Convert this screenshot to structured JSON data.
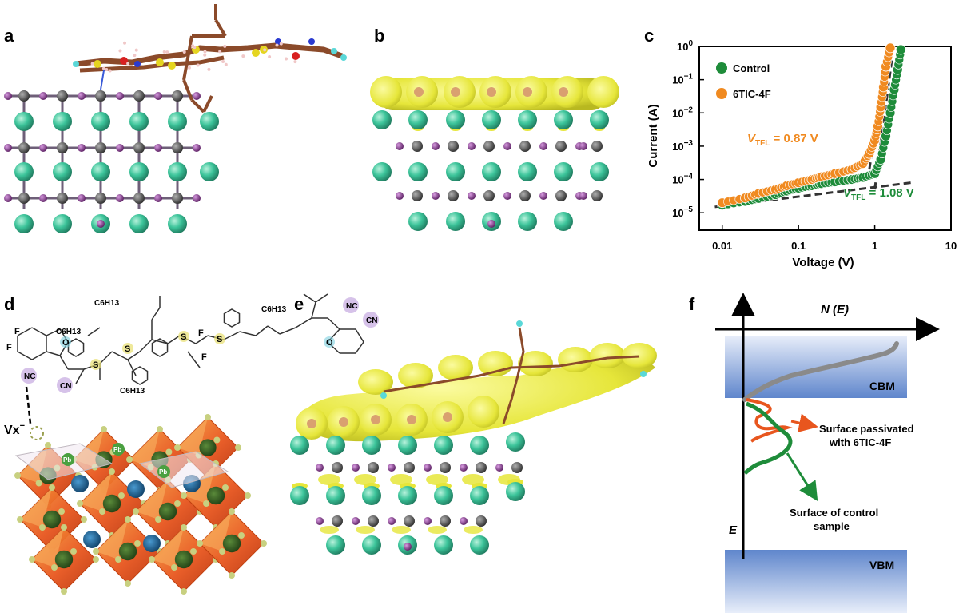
{
  "panels": {
    "a": "a",
    "b": "b",
    "c": "c",
    "d": "d",
    "e": "e",
    "f": "f"
  },
  "colors": {
    "cation": "#3cc49a",
    "iodide": "#7a2e82",
    "lead": "#4a4a4a",
    "isosurface": "#e8e83a",
    "molecule": "#8b4a2a",
    "control": "#1e8c3a",
    "tic": "#f08a20",
    "band": "#7d9ed6",
    "octahedron": "#e8561e"
  },
  "chart_data": {
    "type": "scatter",
    "title": "",
    "xlabel": "Voltage (V)",
    "ylabel": "Current (A)",
    "xscale": "log",
    "yscale": "log",
    "xlim": [
      0.005,
      10
    ],
    "ylim": [
      3e-06,
      1
    ],
    "xticks": [
      "0.01",
      "0.1",
      "1",
      "10"
    ],
    "yticks": [
      "10−5",
      "10−4",
      "10−3",
      "10−2",
      "10−1",
      "100"
    ],
    "legend": [
      "Control",
      "6TIC-4F"
    ],
    "legend_position": "top-left",
    "series": [
      {
        "name": "Control",
        "color": "#1e8c3a",
        "x": [
          0.01,
          0.02,
          0.03,
          0.05,
          0.07,
          0.1,
          0.15,
          0.2,
          0.3,
          0.5,
          0.7,
          1.0,
          1.2,
          1.4,
          1.6,
          1.8,
          2.0,
          2.2
        ],
        "y": [
          1.7e-05,
          2.2e-05,
          2.7e-05,
          3.5e-05,
          4.5e-05,
          5.5e-05,
          6.5e-05,
          7.5e-05,
          8.5e-05,
          0.0001,
          0.000115,
          0.00015,
          0.0004,
          0.002,
          0.01,
          0.05,
          0.2,
          0.8
        ]
      },
      {
        "name": "6TIC-4F",
        "color": "#f08a20",
        "x": [
          0.01,
          0.02,
          0.03,
          0.05,
          0.07,
          0.1,
          0.15,
          0.2,
          0.3,
          0.5,
          0.7,
          0.85,
          1.0,
          1.1,
          1.2,
          1.3,
          1.4,
          1.6
        ],
        "y": [
          2e-05,
          2.8e-05,
          3.8e-05,
          5e-05,
          6.5e-05,
          8e-05,
          0.0001,
          0.00012,
          0.00015,
          0.0002,
          0.0003,
          0.0006,
          0.0015,
          0.004,
          0.015,
          0.06,
          0.25,
          0.9
        ]
      }
    ],
    "fits": [
      {
        "name": "ohmic",
        "x": [
          0.008,
          3
        ],
        "y": [
          1.5e-05,
          8e-05
        ]
      },
      {
        "name": "tic-steep",
        "x": [
          0.85,
          1.4
        ],
        "y": [
          0.0002,
          0.5
        ]
      },
      {
        "name": "control-steep",
        "x": [
          1.0,
          1.7
        ],
        "y": [
          5e-05,
          0.5
        ]
      }
    ],
    "annotations": [
      {
        "text": "V",
        "sub": "TFL",
        "rest": " = 0.87 V",
        "color": "#f08a20"
      },
      {
        "text": "V",
        "sub": "TFL",
        "rest": " = 1.08 V",
        "color": "#1e8c3a"
      }
    ]
  },
  "panel_d": {
    "substituent": "C6H13",
    "vacancy": "Vx",
    "vacancy_sup": "−",
    "atoms": [
      "F",
      "F",
      "F",
      "F",
      "O",
      "O",
      "S",
      "S",
      "S",
      "S"
    ],
    "nitrile": [
      "NC",
      "CN",
      "NC",
      "CN"
    ],
    "pb_label": "Pb"
  },
  "panel_f": {
    "axis_x": "N (E)",
    "axis_y": "E",
    "cbm": "CBM",
    "vbm": "VBM",
    "passivated": [
      "Surface passivated",
      "with 6TIC-4F"
    ],
    "control": [
      "Surface of control",
      "sample"
    ]
  }
}
